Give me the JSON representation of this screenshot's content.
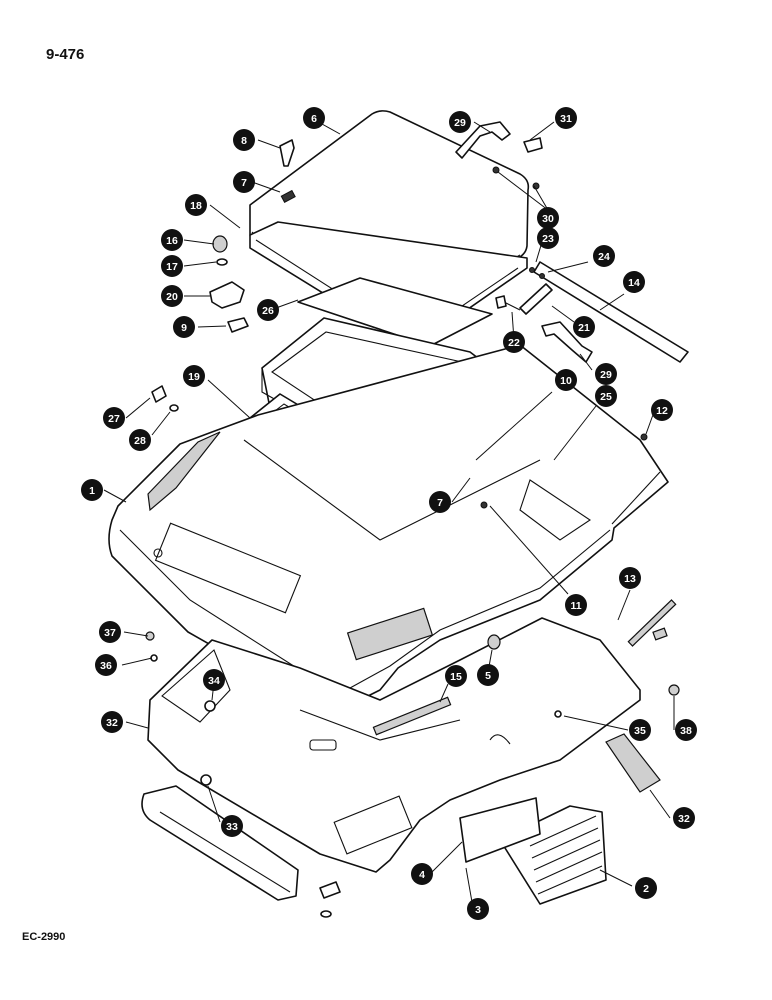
{
  "page_number": "9-476",
  "drawing_code": "EC-2990",
  "callouts": [
    {
      "label": "1"
    },
    {
      "label": "2"
    },
    {
      "label": "3"
    },
    {
      "label": "4"
    },
    {
      "label": "5"
    },
    {
      "label": "6"
    },
    {
      "label": "7"
    },
    {
      "label": "7"
    },
    {
      "label": "8"
    },
    {
      "label": "9"
    },
    {
      "label": "10"
    },
    {
      "label": "11"
    },
    {
      "label": "12"
    },
    {
      "label": "13"
    },
    {
      "label": "14"
    },
    {
      "label": "15"
    },
    {
      "label": "16"
    },
    {
      "label": "17"
    },
    {
      "label": "18"
    },
    {
      "label": "19"
    },
    {
      "label": "20"
    },
    {
      "label": "21"
    },
    {
      "label": "22"
    },
    {
      "label": "23"
    },
    {
      "label": "24"
    },
    {
      "label": "25"
    },
    {
      "label": "26"
    },
    {
      "label": "27"
    },
    {
      "label": "28"
    },
    {
      "label": "29"
    },
    {
      "label": "29"
    },
    {
      "label": "30"
    },
    {
      "label": "31"
    },
    {
      "label": "32"
    },
    {
      "label": "32"
    },
    {
      "label": "33"
    },
    {
      "label": "34"
    },
    {
      "label": "35"
    },
    {
      "label": "36"
    },
    {
      "label": "37"
    },
    {
      "label": "38"
    }
  ]
}
